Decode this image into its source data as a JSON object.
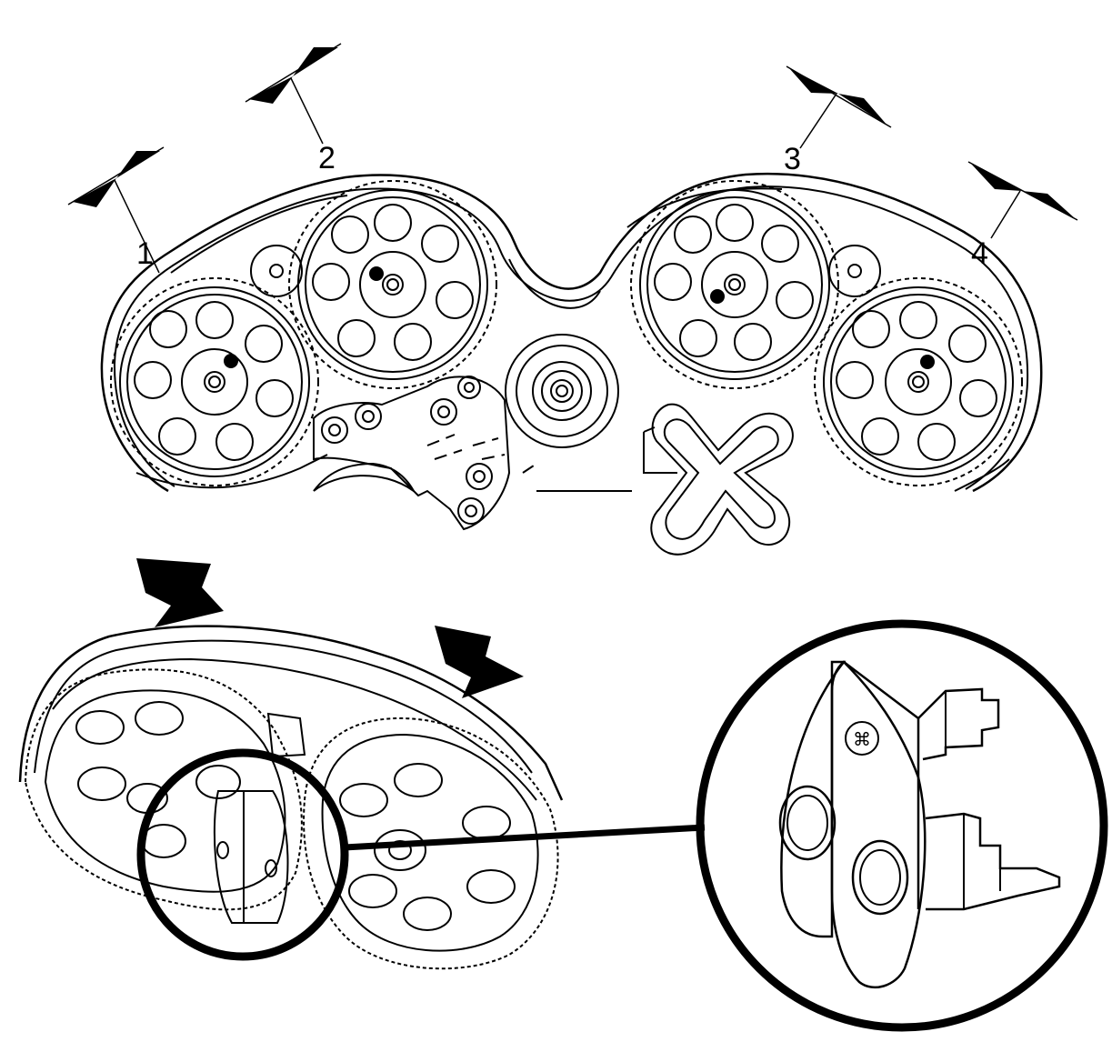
{
  "diagram": {
    "callouts": [
      {
        "id": "1",
        "text": "1"
      },
      {
        "id": "2",
        "text": "2"
      },
      {
        "id": "3",
        "text": "3"
      },
      {
        "id": "4",
        "text": "4"
      }
    ],
    "detail_glyph": "⌘",
    "colors": {
      "ink": "#000000",
      "paper": "#ffffff"
    }
  }
}
